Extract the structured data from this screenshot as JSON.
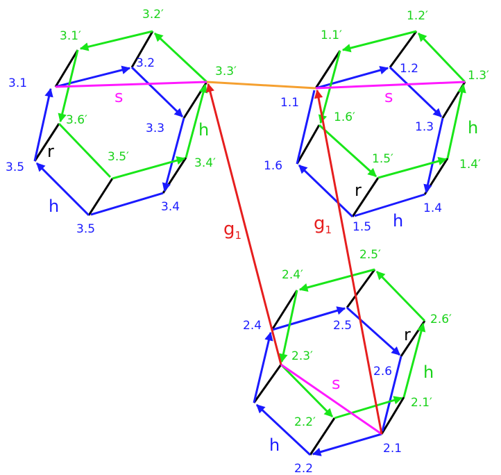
{
  "colors": {
    "blue": "#1a1aff",
    "green": "#19e619",
    "black": "#000000",
    "magenta": "#ff19ff",
    "red": "#e61e1e",
    "orange": "#f5a030",
    "label_blue": "#1a1aff",
    "label_green": "#19d219",
    "label_black": "#000000"
  },
  "clusters": [
    {
      "id": "cluster-3",
      "vertex_labels": {
        "v1": "3.1",
        "v2": "3.2",
        "v3": "3.3",
        "v4": "3.4",
        "v5a": "3.5",
        "v5b": "3.5",
        "p1": "3.1′",
        "p2": "3.2′",
        "p3": "3.3′",
        "p4": "3.4′",
        "p5": "3.5′",
        "p6": "3.6′"
      },
      "bond_labels": {
        "s": "s",
        "h_blue": "h",
        "h_green": "h",
        "r": "r"
      }
    },
    {
      "id": "cluster-1",
      "vertex_labels": {
        "v1": "1.1",
        "v2": "1.2",
        "v3": "1.3",
        "v4": "1.4",
        "v5": "1.5",
        "v6": "1.6",
        "p1": "1.1′",
        "p2": "1.2′",
        "p3": "1.3′",
        "p4": "1.4′",
        "p5": "1.5′",
        "p6": "1.6′"
      },
      "bond_labels": {
        "s": "s",
        "h_blue": "h",
        "h_green": "h",
        "r": "r"
      }
    },
    {
      "id": "cluster-2",
      "vertex_labels": {
        "v1": "2.1",
        "v2": "2.2",
        "v4": "2.4",
        "v5": "2.5",
        "v6": "2.6",
        "p1": "2.1′",
        "p2": "2.2′",
        "p3": "2.3′",
        "p4": "2.4′",
        "p5": "2.5′",
        "p6": "2.6′"
      },
      "bond_labels": {
        "s": "s",
        "h_blue": "h",
        "h_green": "h",
        "r": "r"
      }
    }
  ],
  "links": {
    "g1_left": "g",
    "g1_left_sub": "1",
    "g1_right": "g",
    "g1_right_sub": "1"
  }
}
